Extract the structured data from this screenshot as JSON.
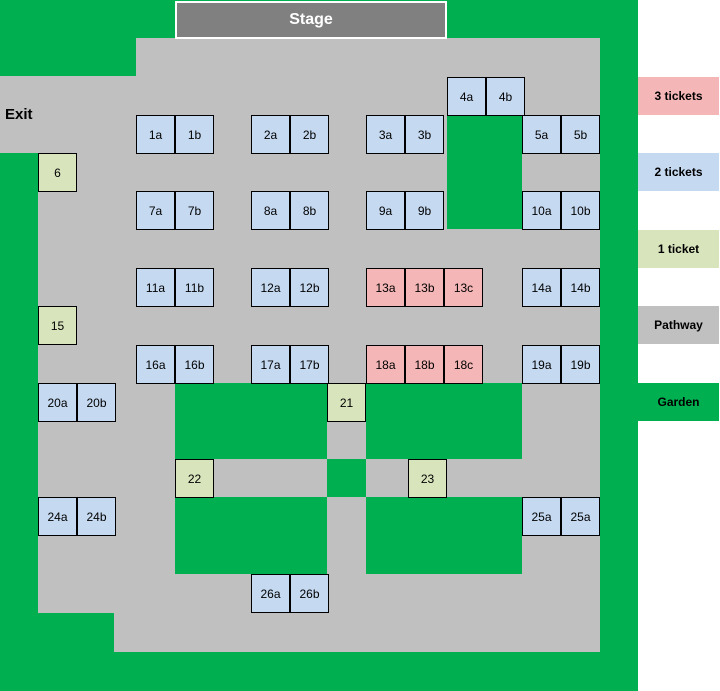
{
  "stage": "Stage",
  "exit": "Exit",
  "colors": {
    "garden": "#00b050",
    "pathway": "#c0c0c0",
    "three_tickets": "#f4b6b6",
    "two_tickets": "#c5d9f1",
    "one_ticket": "#d8e4bc"
  },
  "legend": [
    {
      "label": "3 tickets",
      "kind": "t3"
    },
    {
      "label": "2 tickets",
      "kind": "t2"
    },
    {
      "label": "1 ticket",
      "kind": "t1"
    },
    {
      "label": "Pathway",
      "kind": "pathway"
    },
    {
      "label": "Garden",
      "kind": "garden"
    }
  ],
  "tables": [
    {
      "seats": [
        "4a",
        "4b"
      ],
      "tickets": 2
    },
    {
      "seats": [
        "1a",
        "1b"
      ],
      "tickets": 2
    },
    {
      "seats": [
        "2a",
        "2b"
      ],
      "tickets": 2
    },
    {
      "seats": [
        "3a",
        "3b"
      ],
      "tickets": 2
    },
    {
      "seats": [
        "5a",
        "5b"
      ],
      "tickets": 2
    },
    {
      "seats": [
        "6"
      ],
      "tickets": 1
    },
    {
      "seats": [
        "7a",
        "7b"
      ],
      "tickets": 2
    },
    {
      "seats": [
        "8a",
        "8b"
      ],
      "tickets": 2
    },
    {
      "seats": [
        "9a",
        "9b"
      ],
      "tickets": 2
    },
    {
      "seats": [
        "10a",
        "10b"
      ],
      "tickets": 2
    },
    {
      "seats": [
        "11a",
        "11b"
      ],
      "tickets": 2
    },
    {
      "seats": [
        "12a",
        "12b"
      ],
      "tickets": 2
    },
    {
      "seats": [
        "13a",
        "13b",
        "13c"
      ],
      "tickets": 3
    },
    {
      "seats": [
        "14a",
        "14b"
      ],
      "tickets": 2
    },
    {
      "seats": [
        "15"
      ],
      "tickets": 1
    },
    {
      "seats": [
        "16a",
        "16b"
      ],
      "tickets": 2
    },
    {
      "seats": [
        "17a",
        "17b"
      ],
      "tickets": 2
    },
    {
      "seats": [
        "18a",
        "18b",
        "18c"
      ],
      "tickets": 3
    },
    {
      "seats": [
        "19a",
        "19b"
      ],
      "tickets": 2
    },
    {
      "seats": [
        "20a",
        "20b"
      ],
      "tickets": 2
    },
    {
      "seats": [
        "21"
      ],
      "tickets": 1
    },
    {
      "seats": [
        "22"
      ],
      "tickets": 1
    },
    {
      "seats": [
        "23"
      ],
      "tickets": 1
    },
    {
      "seats": [
        "24a",
        "24b"
      ],
      "tickets": 2
    },
    {
      "seats": [
        "25a",
        "25a"
      ],
      "tickets": 2
    },
    {
      "seats": [
        "26a",
        "26b"
      ],
      "tickets": 2
    }
  ]
}
